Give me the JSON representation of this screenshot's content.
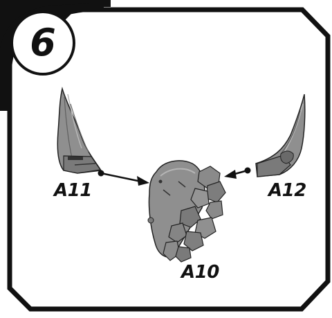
{
  "step": {
    "number": "6"
  },
  "parts": {
    "left_horn": "A11",
    "right_horn": "A12",
    "head": "A10"
  },
  "colors": {
    "frame": "#111111",
    "part_fill": "#8f8f8f",
    "part_shadow": "#6d6d6d",
    "part_highlight": "#b5b5b5"
  }
}
